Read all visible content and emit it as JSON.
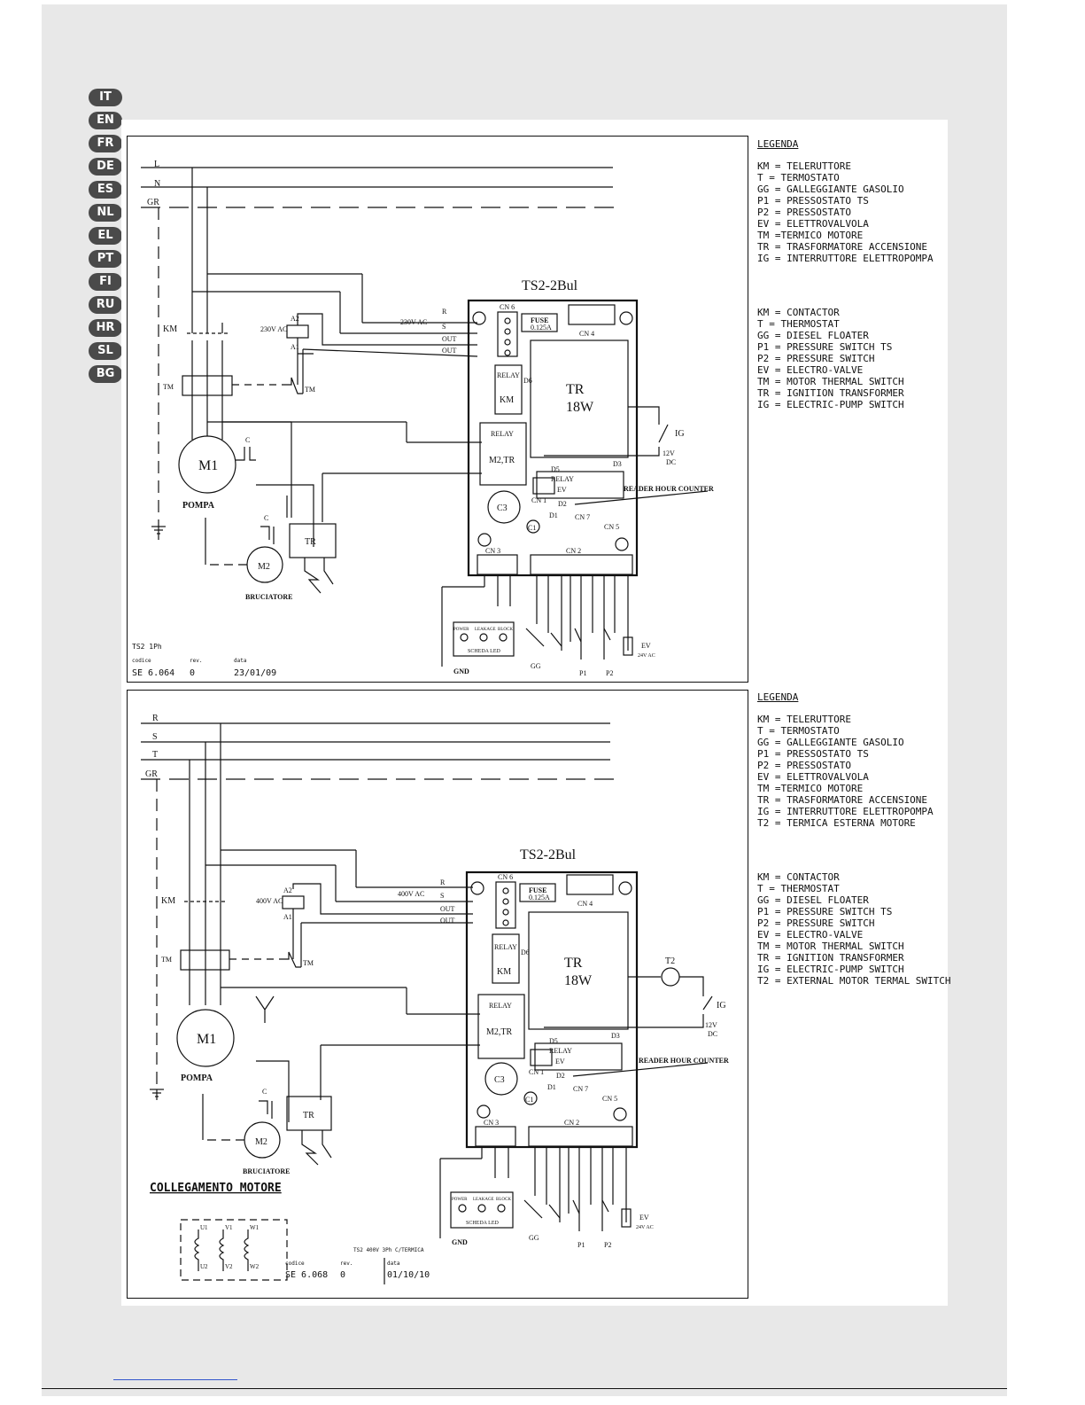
{
  "languages": [
    "IT",
    "EN",
    "FR",
    "DE",
    "ES",
    "NL",
    "EL",
    "PT",
    "FI",
    "RU",
    "HR",
    "SL",
    "BG"
  ],
  "legend_title": "LEGENDA",
  "legend_it_1": [
    "KM = TELERUTTORE",
    "T = TERMOSTATO",
    "GG = GALLEGGIANTE GASOLIO",
    "P1 = PRESSOSTATO TS",
    "P2 = PRESSOSTATO",
    "EV = ELETTROVALVOLA",
    "TM =TERMICO MOTORE",
    "TR = TRASFORMATORE ACCENSIONE",
    "IG = INTERRUTTORE ELETTROPOMPA"
  ],
  "legend_en_1": [
    "KM = CONTACTOR",
    "T = THERMOSTAT",
    "GG = DIESEL FLOATER",
    "P1 = PRESSURE SWITCH TS",
    "P2 = PRESSURE SWITCH",
    "EV = ELECTRO-VALVE",
    "TM = MOTOR THERMAL SWITCH",
    "TR = IGNITION TRANSFORMER",
    "IG = ELECTRIC-PUMP SWITCH"
  ],
  "legend_it_2": [
    "KM = TELERUTTORE",
    "T = TERMOSTATO",
    "GG = GALLEGGIANTE GASOLIO",
    "P1 = PRESSOSTATO TS",
    "P2 = PRESSOSTATO",
    "EV = ELETTROVALVOLA",
    "TM =TERMICO MOTORE",
    "TR = TRASFORMATORE ACCENSIONE",
    "IG = INTERRUTTORE ELETTROPOMPA",
    "T2 = TERMICA ESTERNA MOTORE"
  ],
  "legend_en_2": [
    "KM = CONTACTOR",
    "T = THERMOSTAT",
    "GG = DIESEL FLOATER",
    "P1 = PRESSURE SWITCH TS",
    "P2 = PRESSURE SWITCH",
    "EV = ELECTRO-VALVE",
    "TM = MOTOR THERMAL SWITCH",
    "TR = IGNITION TRANSFORMER",
    "IG = ELECTRIC-PUMP SWITCH",
    "T2 = EXTERNAL MOTOR TERMAL SWITCH"
  ],
  "d1": {
    "lines": [
      "L",
      "N",
      "GR"
    ],
    "board": "TS2-2Bul",
    "voltage": "230V AC",
    "coil_voltage": "230V AC",
    "title_block": {
      "name": "TS2 1Ph",
      "codice_label": "codice",
      "codice": "SE 6.064",
      "rev_label": "rev.",
      "rev": "0",
      "data_label": "data",
      "data": "23/01/09"
    }
  },
  "d2": {
    "lines": [
      "R",
      "S",
      "T",
      "GR"
    ],
    "board": "TS2-2Bul",
    "voltage": "400V AC",
    "coil_voltage": "400V AC",
    "motor_connection": "COLLEGAMENTO MOTORE",
    "windings": [
      "U1",
      "V1",
      "W1",
      "U2",
      "V2",
      "W2"
    ],
    "title_block": {
      "name": "TS2 400V 3Ph C/TERMICA",
      "codice_label": "codice",
      "codice": "SE 6.068",
      "rev_label": "rev.",
      "rev": "0",
      "data_label": "data",
      "data": "01/10/10"
    }
  },
  "labels": {
    "km": "KM",
    "tm": "TM",
    "m1": "M1",
    "m2": "M2",
    "pompa": "POMPA",
    "bruciatore": "BRUCIATORE",
    "c": "C",
    "tr": "TR",
    "r": "R",
    "s": "S",
    "out": "OUT",
    "cn6": "CN 6",
    "cn4": "CN 4",
    "cn3": "CN 3",
    "cn2": "CN 2",
    "cn1": "CN 1",
    "cn5": "CN 5",
    "cn7": "CN 7",
    "fuse": "FUSE",
    "fuse_val": "0.125A",
    "relay": "RELAY",
    "m2tr": "M2,TR",
    "relay_ev_1": "RELAY",
    "relay_ev_2": "EV",
    "tr18_1": "TR",
    "tr18_2": "18W",
    "d1": "D1",
    "d2": "D2",
    "d3": "D3",
    "d5": "D5",
    "d6": "D6",
    "c1": "C1",
    "c3": "C3",
    "reader": "READER HOUR COUNTER",
    "ig": "IG",
    "dc_1": "12V",
    "dc_2": "DC",
    "t2": "T2",
    "power": "POWER",
    "leakage": "LEAKAGE",
    "block": "BLOCK",
    "scheda_led": "SCHEDA LED",
    "gnd": "GND",
    "gg": "GG",
    "p1": "P1",
    "p2": "P2",
    "ev": "EV",
    "ev_v": "24V AC",
    "a1": "A1",
    "a2": "A2",
    "n230": "230V"
  }
}
